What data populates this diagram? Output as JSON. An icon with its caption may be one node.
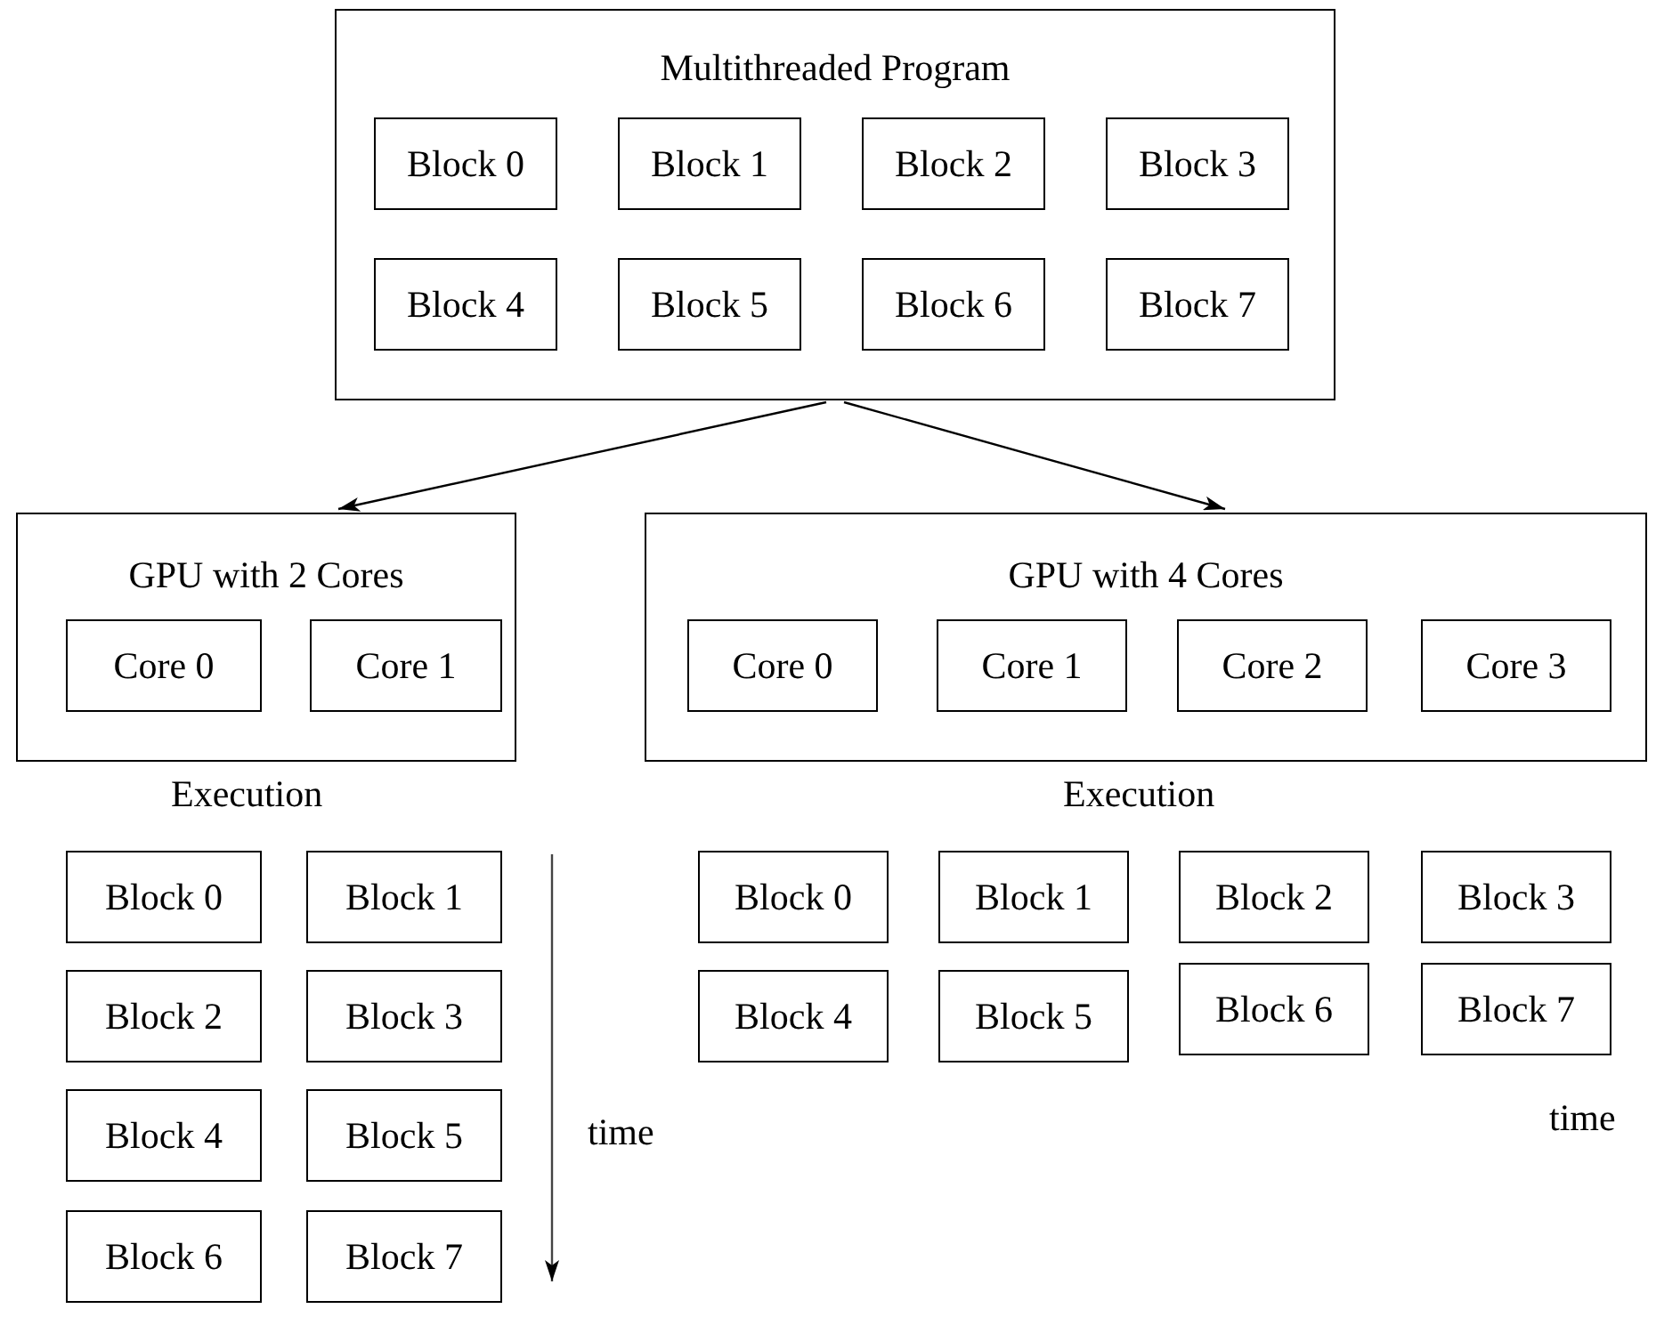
{
  "diagram": {
    "nodes": [
      {
        "text": [
          "Multithreaded Program"
        ]
      },
      {
        "text": [
          "Block 0"
        ],
        "in": 0
      },
      {
        "text": [
          "Block 1"
        ],
        "in": 0
      },
      {
        "text": [
          "Block 2"
        ],
        "in": 0
      },
      {
        "text": [
          "Block 3"
        ],
        "in": 0
      },
      {
        "text": [
          "Block 4"
        ],
        "in": 0
      },
      {
        "text": [
          "Block 5"
        ],
        "in": 0
      },
      {
        "text": [
          "Block 6"
        ],
        "in": 0
      },
      {
        "text": [
          "Block 7"
        ],
        "in": 0
      },
      {
        "text": [
          "GPU with 2 Cores"
        ]
      },
      {
        "text": [
          "Core 0"
        ],
        "in": 9
      },
      {
        "text": [
          "Core 1"
        ],
        "in": 9
      },
      {
        "text": [
          "GPU with 4 Cores"
        ]
      },
      {
        "text": [
          "Core 0"
        ],
        "in": 12
      },
      {
        "text": [
          "Core 1"
        ],
        "in": 12
      },
      {
        "text": [
          "Core 2"
        ],
        "in": 12
      },
      {
        "text": [
          "Core 3"
        ],
        "in": 12
      },
      {
        "text": [
          "Block 0"
        ]
      },
      {
        "text": [
          "Block 1"
        ]
      },
      {
        "text": [
          "Block 2"
        ]
      },
      {
        "text": [
          "Block 3"
        ]
      },
      {
        "text": [
          "Block 4"
        ]
      },
      {
        "text": [
          "Block 5"
        ]
      },
      {
        "text": [
          "Block 6"
        ]
      },
      {
        "text": [
          "Block 7"
        ]
      },
      {
        "text": [
          "Block 0"
        ]
      },
      {
        "text": [
          "Block 1"
        ]
      },
      {
        "text": [
          "Block 2"
        ]
      },
      {
        "text": [
          "Block 3"
        ]
      },
      {
        "text": [
          "Block 4"
        ]
      },
      {
        "text": [
          "Block 5"
        ]
      },
      {
        "text": [
          "Block 6"
        ]
      },
      {
        "text": [
          "Block 7"
        ]
      }
    ],
    "edges": [
      {
        "from": 0,
        "to": 9,
        "arrow": "to"
      },
      {
        "from": 0,
        "to": 12,
        "arrow": "to"
      }
    ],
    "labels": [
      "Execution",
      "Execution",
      "time",
      "time"
    ]
  }
}
